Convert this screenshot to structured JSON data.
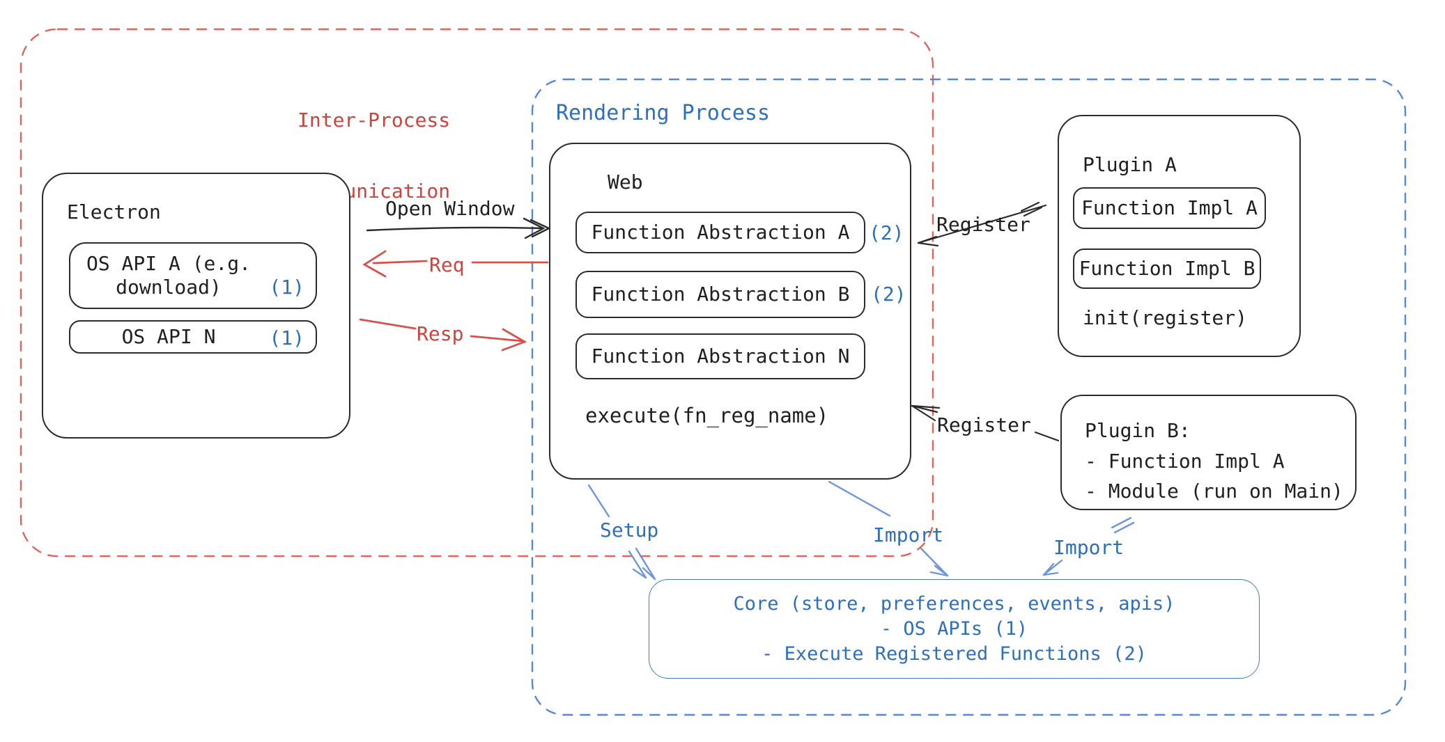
{
  "diagram": {
    "ipc_group": {
      "label_line1": "Inter-Process",
      "label_line2": "Communication"
    },
    "rendering_group": {
      "label": "Rendering Process"
    },
    "electron": {
      "title": "Electron",
      "os_api_a": {
        "line1": "OS API A (e.g.",
        "line2": "download)",
        "badge": "(1)"
      },
      "os_api_n": {
        "label": "OS API N",
        "badge": "(1)"
      }
    },
    "web": {
      "title": "Web",
      "fn_abstraction_a": {
        "label": "Function Abstraction A",
        "badge": "(2)"
      },
      "fn_abstraction_b": {
        "label": "Function Abstraction B",
        "badge": "(2)"
      },
      "fn_abstraction_n": {
        "label": "Function Abstraction N"
      },
      "execute": "execute(fn_reg_name)"
    },
    "plugin_a": {
      "title": "Plugin A",
      "impl_a": "Function Impl A",
      "impl_b": "Function Impl B",
      "init": "init(register)"
    },
    "plugin_b": {
      "line1": "Plugin B:",
      "line2": "- Function Impl A",
      "line3": "- Module (run on Main)"
    },
    "core": {
      "line1": "Core (store, preferences, events, apis)",
      "line2": "- OS APIs (1)",
      "line3": "- Execute Registered Functions (2)"
    },
    "arrows": {
      "open_window": "Open Window",
      "req": "Req",
      "resp": "Resp",
      "register_top": "Register",
      "register_bottom": "Register",
      "setup": "Setup",
      "import_web": "Import",
      "import_plugin": "Import"
    },
    "colors": {
      "red_text": "#cb443e",
      "red_dash": "#e2625c",
      "red_arrow": "#d6514b",
      "blue_text": "#2e6fba",
      "blue_dash": "#5588d4",
      "blue_arrow": "#6d96d8",
      "black": "#2b2b2b"
    }
  }
}
